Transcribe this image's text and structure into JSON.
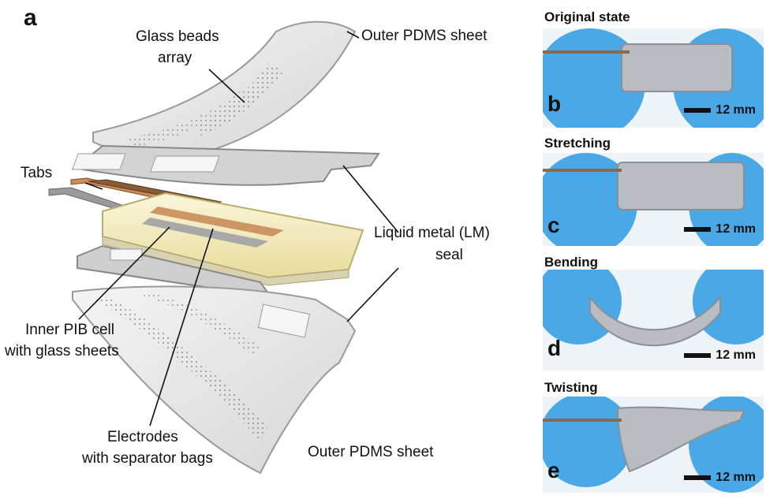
{
  "figure": {
    "panel_a": {
      "letter": "a",
      "labels": {
        "glass_beads_line1": "Glass beads",
        "glass_beads_line2": "array",
        "outer_pdms_top": "Outer PDMS sheet",
        "tabs": "Tabs",
        "lm_seal_line1": "Liquid metal (LM)",
        "lm_seal_line2": "seal",
        "inner_pib_line1": "Inner PIB cell",
        "inner_pib_line2": "with glass sheets",
        "electrodes_line1": "Electrodes",
        "electrodes_line2": "with separator bags",
        "outer_pdms_bottom": "Outer PDMS sheet"
      }
    },
    "photos": [
      {
        "title": "Original state",
        "letter": "b",
        "scale": "12 mm"
      },
      {
        "title": "Stretching",
        "letter": "c",
        "scale": "12 mm"
      },
      {
        "title": "Bending",
        "letter": "d",
        "scale": "12 mm"
      },
      {
        "title": "Twisting",
        "letter": "e",
        "scale": "12 mm"
      }
    ],
    "colors": {
      "glove": "#4aa8e6",
      "pdms": "#c9c9c9",
      "cell": "#f3edc4",
      "electrode": "#c98c5a"
    }
  }
}
